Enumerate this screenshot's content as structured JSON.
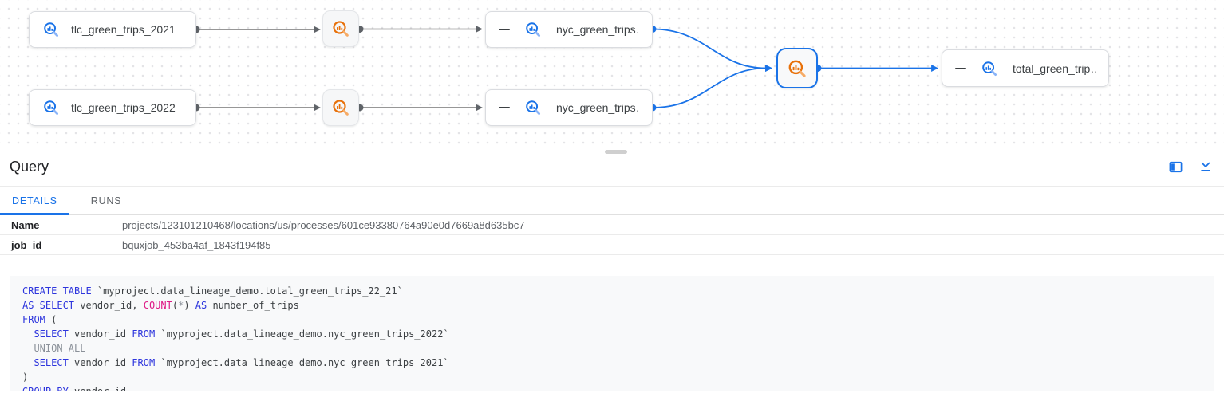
{
  "colors": {
    "accent_blue": "#1a73e8",
    "process_orange": "#e8710a",
    "edge_gray": "#757575",
    "node_border": "#dadce0",
    "sql_keyword": "#2d35dd",
    "sql_function": "#de1a86",
    "sql_muted": "#8b9199",
    "sql_plain": "#3c4043",
    "code_background": "#f8f9fa"
  },
  "graph": {
    "nodes": [
      {
        "label": "tlc_green_trips_2021"
      },
      {
        "label": "tlc_green_trips_2022"
      },
      {
        "label": "nyc_green_trips…"
      },
      {
        "label": "nyc_green_trips…"
      },
      {
        "label": "total_green_trip…"
      }
    ]
  },
  "panel": {
    "title": "Query",
    "tabs": [
      {
        "label": "DETAILS"
      },
      {
        "label": "RUNS"
      }
    ],
    "details": [
      {
        "label": "Name",
        "value": "projects/123101210468/locations/us/processes/601ce93380764a90e0d7669a8d635bc7"
      },
      {
        "label": "job_id",
        "value": "bquxjob_453ba4af_1843f194f85"
      }
    ]
  },
  "sql": {
    "lines": [
      [
        {
          "t": "CREATE TABLE",
          "c": "k"
        },
        {
          "t": " `myproject.data_lineage_demo.total_green_trips_22_21`",
          "c": "p"
        }
      ],
      [
        {
          "t": "AS SELECT",
          "c": "k"
        },
        {
          "t": " vendor_id, ",
          "c": "p"
        },
        {
          "t": "COUNT",
          "c": "f"
        },
        {
          "t": "(",
          "c": "p"
        },
        {
          "t": "*",
          "c": "m"
        },
        {
          "t": ") ",
          "c": "p"
        },
        {
          "t": "AS",
          "c": "k"
        },
        {
          "t": " number_of_trips",
          "c": "p"
        }
      ],
      [
        {
          "t": "FROM",
          "c": "k"
        },
        {
          "t": " (",
          "c": "p"
        }
      ],
      [
        {
          "t": "  ",
          "c": "p"
        },
        {
          "t": "SELECT",
          "c": "k"
        },
        {
          "t": " vendor_id ",
          "c": "p"
        },
        {
          "t": "FROM",
          "c": "k"
        },
        {
          "t": " `myproject.data_lineage_demo.nyc_green_trips_2022`",
          "c": "p"
        }
      ],
      [
        {
          "t": "  ",
          "c": "p"
        },
        {
          "t": "UNION ALL",
          "c": "m"
        }
      ],
      [
        {
          "t": "  ",
          "c": "p"
        },
        {
          "t": "SELECT",
          "c": "k"
        },
        {
          "t": " vendor_id ",
          "c": "p"
        },
        {
          "t": "FROM",
          "c": "k"
        },
        {
          "t": " `myproject.data_lineage_demo.nyc_green_trips_2021`",
          "c": "p"
        }
      ],
      [
        {
          "t": ")",
          "c": "p"
        }
      ],
      [
        {
          "t": "GROUP BY",
          "c": "k"
        },
        {
          "t": " vendor_id",
          "c": "p"
        }
      ]
    ]
  }
}
